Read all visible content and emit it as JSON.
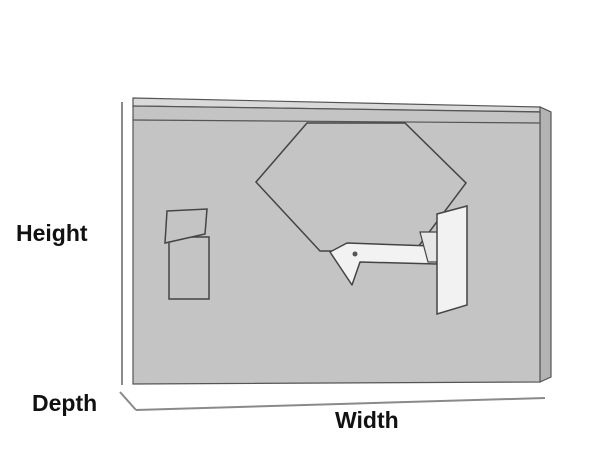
{
  "labels": {
    "height": "Height",
    "depth": "Depth",
    "width": "Width"
  },
  "colors": {
    "cabinet_fill": "#c4c4c4",
    "top_face_fill": "#d9d9d9",
    "right_face_fill": "#b5b5b5",
    "outline": "#555555",
    "hardware_fill": "#f2f2f2",
    "dimension_line": "#888888",
    "label_text": "#111111"
  }
}
